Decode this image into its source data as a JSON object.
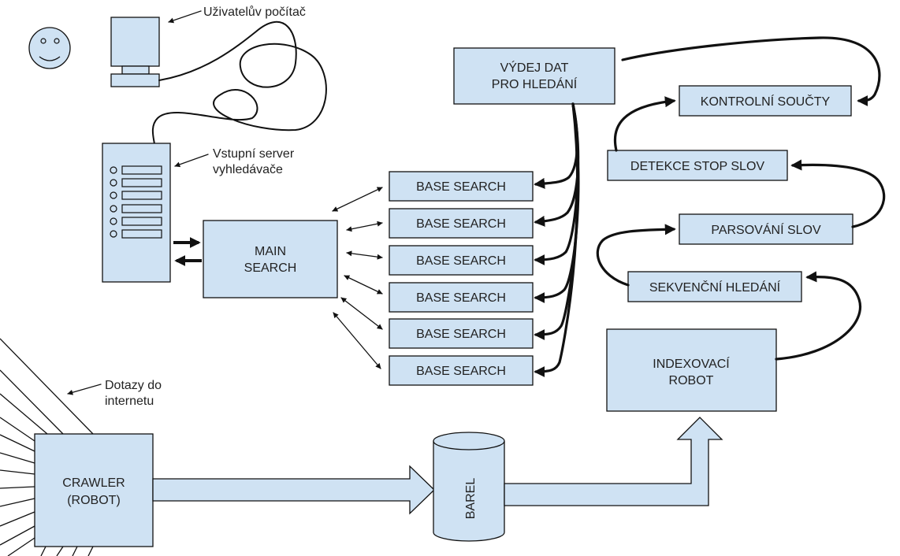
{
  "labels": {
    "user_computer": "Uživatelův počítač",
    "entry_server_line1": "Vstupní server",
    "entry_server_line2": "vyhledávače",
    "queries_line1": "Dotazy do",
    "queries_line2": "internetu",
    "main_search_line1": "MAIN",
    "main_search_line2": "SEARCH",
    "base_search": [
      "BASE SEARCH",
      "BASE SEARCH",
      "BASE SEARCH",
      "BASE SEARCH",
      "BASE SEARCH",
      "BASE SEARCH"
    ],
    "data_output_line1": "VÝDEJ DAT",
    "data_output_line2": "PRO HLEDÁNÍ",
    "checksums": "KONTROLNÍ SOUČTY",
    "stopword_detection": "DETEKCE STOP SLOV",
    "word_parsing": "PARSOVÁNÍ SLOV",
    "sequential_search": "SEKVENČNÍ HLEDÁNÍ",
    "indexer_line1": "INDEXOVACÍ",
    "indexer_line2": "ROBOT",
    "crawler_line1": "CRAWLER",
    "crawler_line2": "(ROBOT)",
    "barrel": "BAREL"
  },
  "colors": {
    "box_fill": "#cfe2f3",
    "stroke": "#111111",
    "face_fill": "#cfe2f3"
  },
  "icons": [
    "smiley-face-icon",
    "monitor-icon",
    "server-icon"
  ]
}
